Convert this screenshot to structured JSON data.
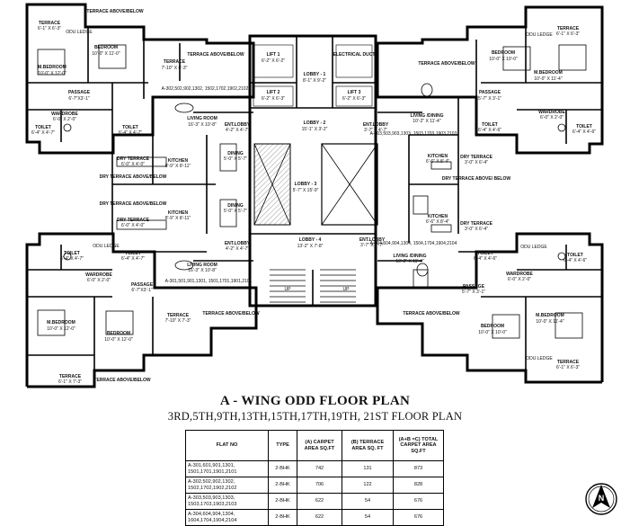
{
  "plan": {
    "title": "A - WING ODD FLOOR PLAN",
    "subtitle": "3RD,5TH,9TH,13TH,15TH,17TH,19TH, 21ST FLOOR PLAN",
    "north": "N",
    "core": {
      "lift1": "LIFT 1",
      "lift1_size": "6'-2\" X 6'-2\"",
      "lift2": "LIFT 2",
      "lift2_size": "6'-2\" X 6'-3\"",
      "lift3": "LIFT 3",
      "lift3_size": "6'-2\" X 6'-3\"",
      "electrical": "ELECTRICAL DUCT",
      "lobby1": "LOBBY - 1",
      "lobby1_size": "8'-1\" X 9'-2\"",
      "lobby2": "LOBBY - 2",
      "lobby2_size": "15'-1\" X 3'-2\"",
      "lobby3": "LOBBY - 3",
      "lobby3_size": "5'-7\" X 15'-9\"",
      "lobby4": "LOBBY - 4",
      "lobby4_size": "13'-2\" X 7'-8\"",
      "up": "UP"
    },
    "flat_tl": {
      "terrace_top": "TERRACE",
      "terrace_top_size": "6'-1\" X 6'-3\"",
      "terrace_ab": "TERRACE ABOVE/BELOW",
      "odu": "ODU LEDGE",
      "bedroom": "BEDROOM",
      "bedroom_size": "10'-0\" X 11'-0\"",
      "mbedroom": "M.BEDROOM",
      "mbedroom_size": "10'-0\" X 12'-0\"",
      "terrace2": "TERRACE",
      "terrace2_size": "7'-10\" X 6'-3\"",
      "terrace2_ab": "TERRACE ABOVE/BELOW",
      "passage": "PASSAGE",
      "passage_size": "6'-7\"X3'-1\"",
      "wardrobe": "WARDROBE",
      "wardrobe_size": "6'-0\" X 2'-0\"",
      "toilet": "TOILET",
      "toilet_size": "6'-4\" X 4'-7\"",
      "toilet2": "TOILET",
      "toilet2_size": "6'-4\" X 4'-7\"",
      "flats": "A-302,502,902,1302, 1502,1702,1902,2102",
      "living": "LIVING ROOM",
      "living_size": "16'-3\" X 10'-8\"",
      "entlobby": "ENT.LOBBY",
      "entlobby_size": "4'-2\" X 4'-7\"",
      "dry1": "DRY TERRACE",
      "dry1_size": "6'-0\" X 4'-0\"",
      "dry2": "DRY TERRACE ABOVE/BELOW",
      "kitchen": "KITCHEN",
      "kitchen_size": "8'-9\" X 8'-11\"",
      "dining": "DINING",
      "dining_size": "5'-0\" X 5'-7\""
    },
    "flat_bl": {
      "dry1": "DRY TERRACE ABOVE/BELOW",
      "dry2": "DRY TERRACE",
      "dry2_size": "6'-0\" X 4'-0\"",
      "kitchen": "KITCHEN",
      "kitchen_size": "8'-9\" X 8'-11\"",
      "dining": "DINING",
      "dining_size": "5'-0\" X 5'-7\"",
      "toilet": "TOILET",
      "toilet_size": "6'-4\" X 4'-7\"",
      "toilet2": "TOILET",
      "toilet2_size": "6'-4\" X 4'-7\"",
      "odu": "ODU LEDGE",
      "wardrobe": "WARDROBE",
      "wardrobe_size": "6'-0\" X 2'-0\"",
      "living": "LIVING ROOM",
      "living_size": "16'-3\" X 10'-8\"",
      "entlobby": "ENT.LOBBY",
      "entlobby_size": "4'-2\" X 4'-7\"",
      "flats": "A-301,501,901,1301, 1501,1701,1901,2101",
      "passage": "PASSAGE",
      "passage_size": "6'-7\"X3'-1\"",
      "mbedroom": "M.BEDROOM",
      "mbedroom_size": "10'-0\" X 12'-0\"",
      "bedroom": "BEDROOM",
      "bedroom_size": "10'-0\" X 12'-0\"",
      "terrace": "TERRACE",
      "terrace_size": "7'-10\" X 7'-3\"",
      "terrace_ab": "TERRACE ABOVE/BELOW",
      "terrace_bot": "TERRACE",
      "terrace_bot_size": "6'-1\" X 7'-3\"",
      "terrace_bot_ab": "TERRACE ABOVE/BELOW"
    },
    "flat_tr": {
      "terrace": "TERRACE",
      "terrace_size": "6'-1\" X 6'-3\"",
      "odu": "ODU LEDGE",
      "bedroom": "BEDROOM",
      "bedroom_size": "10'-0\" X 10'-0\"",
      "terrace_ab": "TERRACE ABOVE/BELOW",
      "mbedroom": "M.BEDROOM",
      "mbedroom_size": "10'-0\" X 11'-4\"",
      "passage": "PASSAGE",
      "passage_size": "5'-7\" X 3'-1\"",
      "wardrobe": "WARDROBE",
      "wardrobe_size": "6'-0\" X 2'-0\"",
      "toilet": "TOILET",
      "toilet_size": "6'-4\" X 4'-6\"",
      "toilet2": "TOILET",
      "toilet2_size": "6'-4\" X 4'-6\"",
      "entlobby": "ENT.LOBBY",
      "entlobby_size": "3'-7\" X 4'-7\"",
      "living": "LIVING /DINING",
      "living_size": "10'-2\" X 11'-4\"",
      "flats": "A-303,503,903,1303, 1503,1703,1903,2103",
      "kitchen": "KITCHEN",
      "kitchen_size": "6'-6\" X 8'-4\"",
      "dry1": "DRY TERRACE",
      "dry1_size": "3'-0\" X 6'-4\"",
      "dry2": "DRY TERRACE ABOVE/ BELOW"
    },
    "flat_br": {
      "kitchen": "KITCHEN",
      "kitchen_size": "6'-6\" X 8'-4\"",
      "dry": "DRY TERRACE",
      "dry_size": "3'-0\" X 6'-4\"",
      "entlobby": "ENT.LOBBY",
      "entlobby_size": "3'-7\" X 4'-7\"",
      "flats": "A-304,504,904,1304, 1504,1704,1904,2104",
      "living": "LIVING /DINING",
      "living_size": "10'-2\" X 11'-4\"",
      "toilet": "TOILET",
      "toilet_size": "6'-4\" X 4'-6\"",
      "toilet2": "TOILET",
      "toilet2_size": "6'-4\" X 4'-6\"",
      "odu": "ODU LEDGE",
      "wardrobe": "WARDROBE",
      "wardrobe_size": "6'-0\" X 2'-0\"",
      "passage": "PASSAGE",
      "passage_size": "5'-7\" X 3'-1\"",
      "terrace_ab": "TERRACE ABOVE/BELOW",
      "bedroom": "BEDROOM",
      "bedroom_size": "10'-0\" X 10'-0\"",
      "mbedroom": "M.BEDROOM",
      "mbedroom_size": "10'-0\" X 11'-4\"",
      "terrace": "TERRACE",
      "terrace_size": "6'-1\" X 6'-3\"",
      "odu2": "ODU LEDGE"
    }
  },
  "table": {
    "headers": {
      "flat": "FLAT NO",
      "type": "TYPE",
      "a": "(A) CARPET AREA SQ.FT",
      "b": "(B) TERRACE AREA SQ. FT",
      "c": "(A+B =C) TOTAL CARPET AREA SQ.FT"
    },
    "rows": [
      {
        "flat": "A-301,601,901,1301, 1501,1701,1901,2101",
        "type": "2-BHK",
        "a": "742",
        "b": "131",
        "c": "873"
      },
      {
        "flat": "A-302,502,902,1302, 1502,1702,1902,2102",
        "type": "2-BHK",
        "a": "706",
        "b": "122",
        "c": "828"
      },
      {
        "flat": "A-303,503,903,1303, 1503,1703,1903,2103",
        "type": "2-BHK",
        "a": "622",
        "b": "54",
        "c": "676"
      },
      {
        "flat": "A-304,604,904,1304, 1604,1704,1904,2104",
        "type": "2-BHK",
        "a": "622",
        "b": "54",
        "c": "676"
      }
    ]
  }
}
